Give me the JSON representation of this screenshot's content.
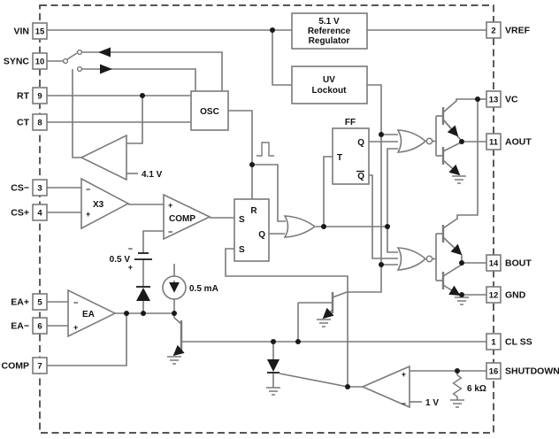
{
  "pins": {
    "left": [
      {
        "num": "15",
        "label": "VIN"
      },
      {
        "num": "10",
        "label": "SYNC"
      },
      {
        "num": "9",
        "label": "RT"
      },
      {
        "num": "8",
        "label": "CT"
      },
      {
        "num": "3",
        "label": "CS−"
      },
      {
        "num": "4",
        "label": "CS+"
      },
      {
        "num": "5",
        "label": "EA+"
      },
      {
        "num": "6",
        "label": "EA−"
      },
      {
        "num": "7",
        "label": "COMP"
      }
    ],
    "right": [
      {
        "num": "2",
        "label": "VREF"
      },
      {
        "num": "13",
        "label": "VC"
      },
      {
        "num": "11",
        "label": "AOUT"
      },
      {
        "num": "14",
        "label": "BOUT"
      },
      {
        "num": "12",
        "label": "GND"
      },
      {
        "num": "1",
        "label": "CL SS"
      },
      {
        "num": "16",
        "label": "SHUTDOWN"
      }
    ]
  },
  "blocks": {
    "reference_regulator": {
      "line1": "5.1 V",
      "line2": "Reference",
      "line3": "Regulator"
    },
    "uv_lockout": {
      "line1": "UV",
      "line2": "Lockout"
    },
    "osc": "OSC",
    "ff": {
      "title": "FF",
      "t": "T",
      "q": "Q",
      "qbar": "Q"
    },
    "latch": {
      "r": "R",
      "s1": "S",
      "q": "Q",
      "s2": "S"
    },
    "comp_comparator": "COMP",
    "x3_amp": "X3",
    "ea_amp": "EA"
  },
  "annotations": {
    "osc_threshold": "4.1 V",
    "comp_offset": "0.5 V",
    "current_source": "0.5 mA",
    "shutdown_threshold": "1 V",
    "shutdown_resistor": "6 kΩ"
  },
  "signs": {
    "plus": "+",
    "minus": "−"
  },
  "colors": {
    "wire": "#7a7a7a",
    "ink": "#1a1a1a",
    "border": "#3f3f3f"
  }
}
